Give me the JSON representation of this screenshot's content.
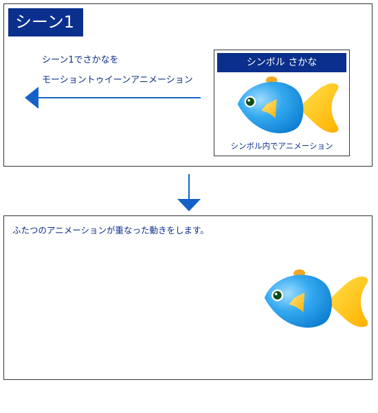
{
  "scene": {
    "title": "シーン1"
  },
  "top": {
    "line1": "シーン1でさかなを",
    "line2": "モーショントゥイーンアニメーション"
  },
  "symbol": {
    "header": "シンボル さかな",
    "footer": "シンボル内でアニメーション"
  },
  "bottom": {
    "caption": "ふたつのアニメーションが重なった動きをします。"
  },
  "icons": {
    "left_arrow": "arrow-left-icon",
    "down_arrow": "arrow-down-icon",
    "fish": "fish-icon"
  },
  "colors": {
    "brand_blue": "#0b2f8c",
    "arrow_blue": "#1462c8",
    "fish_body": "#1e9ee8",
    "fish_tail": "#ffc21a",
    "fin_orange": "#f5a623"
  }
}
